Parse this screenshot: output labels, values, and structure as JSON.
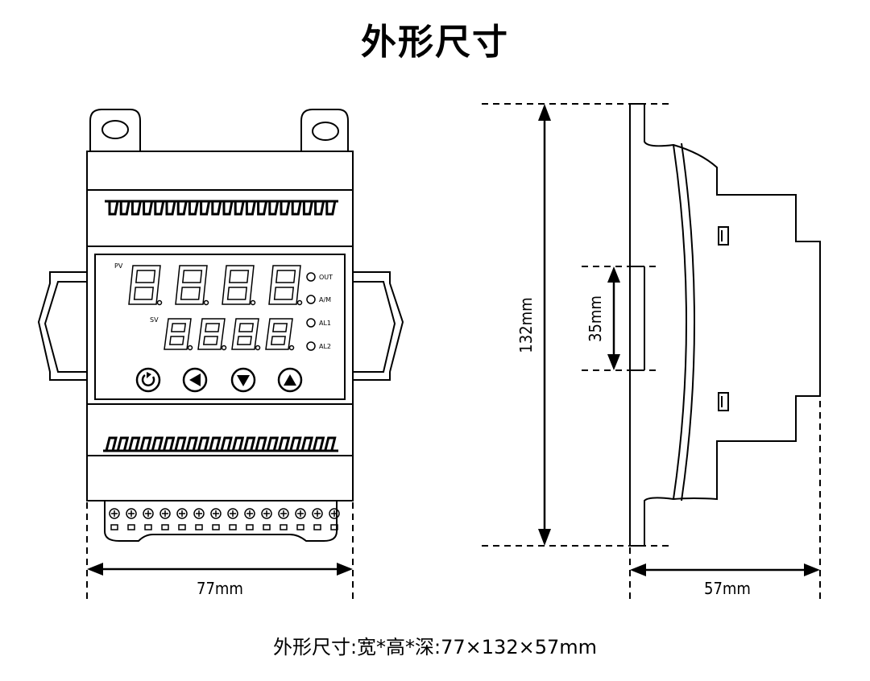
{
  "title": "外形尺寸",
  "caption": "外形尺寸:宽*高*深:77×132×57mm",
  "dimensions": {
    "width_label": "77mm",
    "height_label": "132mm",
    "rail_label": "35mm",
    "depth_label": "57mm"
  },
  "panel": {
    "pv_label": "PV",
    "sv_label": "SV",
    "indicators": [
      "OUT",
      "A/M",
      "AL1",
      "AL2"
    ],
    "buttons": [
      "cycle-icon",
      "left-arrow-icon",
      "down-arrow-icon",
      "up-arrow-icon"
    ]
  },
  "terminal_count": 14
}
